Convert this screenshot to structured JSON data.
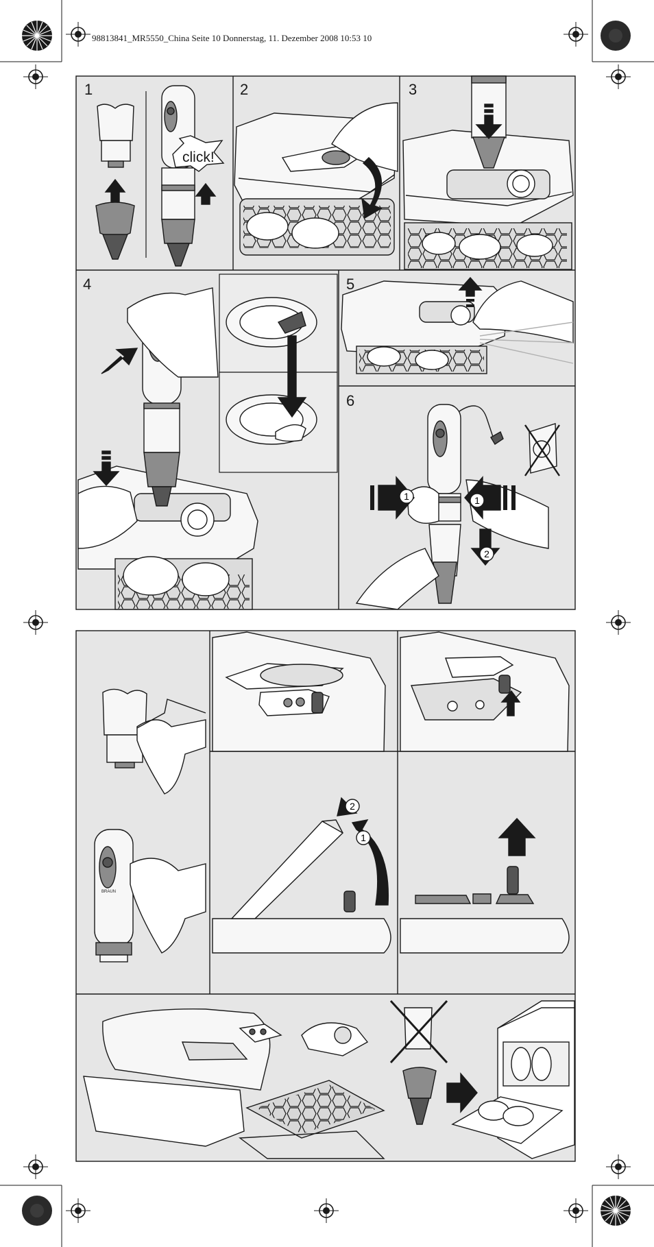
{
  "header": {
    "print_line": "98813841_MR5550_China  Seite 10  Donnerstag, 11. Dezember 2008  10:53 10"
  },
  "steps": [
    {
      "number": "1",
      "callout": "click!"
    },
    {
      "number": "2"
    },
    {
      "number": "3"
    },
    {
      "number": "4"
    },
    {
      "number": "5"
    },
    {
      "number": "6"
    }
  ],
  "markers": {
    "one": "1",
    "two": "2"
  },
  "brand_mark": "BRAUN",
  "icons": [
    "registration-mark-icon",
    "radial-color-target-icon",
    "down-arrow-icon",
    "up-arrow-icon",
    "curved-arrow-icon",
    "prohibited-icon"
  ],
  "colors": {
    "panel_fill": "#e6e6e6",
    "line": "#1a1a1a",
    "appliance_fill": "#f7f7f7",
    "shade": "#8c8c8c",
    "dark_shade": "#555555"
  }
}
